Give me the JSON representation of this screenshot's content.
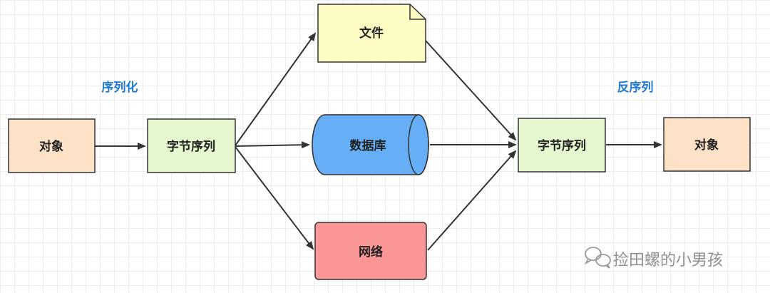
{
  "labels": {
    "serialize": "序列化",
    "deserialize": "反序列"
  },
  "nodes": {
    "object_left": "对象",
    "bytes_left": "字节序列",
    "file": "文件",
    "database": "数据库",
    "network": "网络",
    "bytes_right": "字节序列",
    "object_right": "对象"
  },
  "watermark": {
    "text": "捡田螺的小男孩",
    "icon": "wechat-icon"
  },
  "colors": {
    "object_fill": "#fde2c8",
    "bytes_fill": "#e4f7cf",
    "file_fill": "#fdfbc4",
    "database_fill": "#66aef5",
    "network_fill": "#fb9696",
    "section_label": "#1f7ad1",
    "stroke": "#333333"
  }
}
